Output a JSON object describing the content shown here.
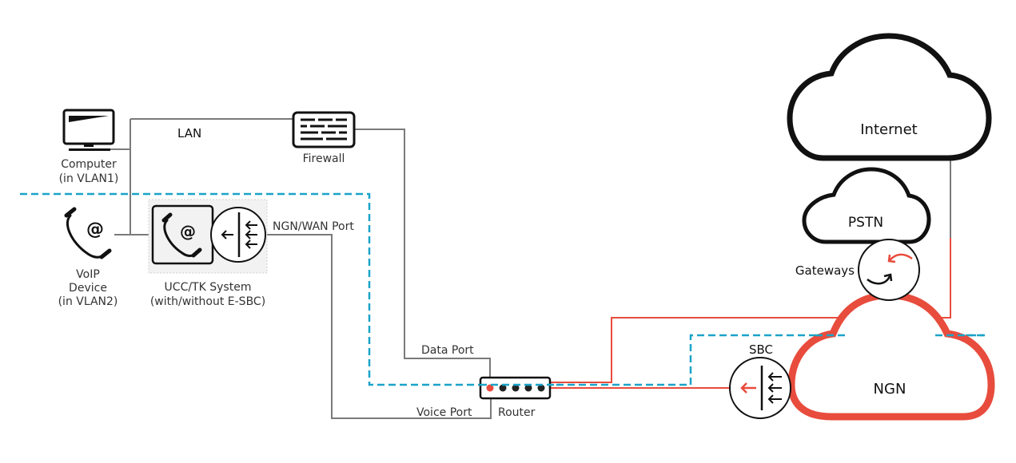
{
  "colors": {
    "line_gray": "#7a7a7a",
    "vlan_dashed": "#1aa3c8",
    "voice_red": "#e84c3d",
    "outline": "#111111",
    "ucc_bg": "#f2f2f2"
  },
  "nodes": {
    "computer": {
      "label_line1": "Computer",
      "label_line2": "(in VLAN1)",
      "icon": "monitor-icon"
    },
    "voip_device": {
      "label_line1": "VoIP",
      "label_line2": "Device",
      "label_line3": "(in VLAN2)",
      "icon": "phone-at-icon"
    },
    "ucc_system": {
      "label_line1": "UCC/TK System",
      "label_line2": "(with/without E-SBC)",
      "icon": "phone-at-icon"
    },
    "firewall": {
      "label": "Firewall",
      "icon": "firewall-icon"
    },
    "router": {
      "label": "Router",
      "icon": "router-icon",
      "ports": 5
    },
    "sbc": {
      "label": "SBC",
      "icon": "sbc-icon"
    },
    "gateways": {
      "label": "Gateways",
      "icon": "gateway-icon"
    },
    "internet": {
      "label": "Internet",
      "icon": "cloud-icon"
    },
    "pstn": {
      "label": "PSTN",
      "icon": "cloud-icon"
    },
    "ngn": {
      "label": "NGN",
      "icon": "cloud-icon"
    }
  },
  "links": {
    "lan": "LAN",
    "ngn_wan_port": "NGN/WAN Port",
    "data_port": "Data Port",
    "voice_port": "Voice Port"
  }
}
